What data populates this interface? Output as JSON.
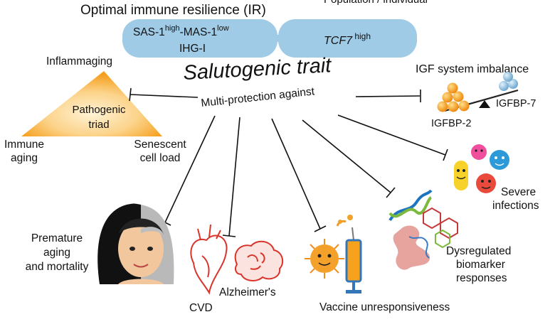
{
  "header": {
    "title": "Optimal immune resilience (IR)",
    "population": "Population / individual"
  },
  "pill_left": {
    "sas": "SAS-1",
    "sas_sup": "high",
    "mas": "-MAS-1",
    "mas_sup": "low",
    "ihg": "IHG-I"
  },
  "pill_right": {
    "tcf": "TCF7",
    "tcf_sup": " high"
  },
  "center": {
    "title": "Salutogenic trait",
    "subtitle": "Multi-protection against"
  },
  "triad": {
    "top": "Inflammaging",
    "center_line1": "Pathogenic",
    "center_line2": "triad",
    "left_line1": "Immune",
    "left_line2": "aging",
    "right_line1": "Senescent",
    "right_line2": "cell load"
  },
  "igf": {
    "title": "IGF system imbalance",
    "left_label": "IGFBP-2",
    "right_label": "IGFBP-7"
  },
  "outcomes": {
    "premature_line1": "Premature",
    "premature_line2": "aging",
    "premature_line3": "and mortality",
    "cvd": "CVD",
    "alzheimers": "Alzheimer's",
    "vaccine": "Vaccine unresponsiveness",
    "dysreg_line1": "Dysregulated",
    "dysreg_line2": "biomarker",
    "dysreg_line3": "responses",
    "severe_line1": "Severe",
    "severe_line2": "infections"
  },
  "colors": {
    "pill": "#9fcbe6",
    "triad_edge": "#f7a325",
    "triad_center": "#fde3b0",
    "line": "#111111"
  }
}
